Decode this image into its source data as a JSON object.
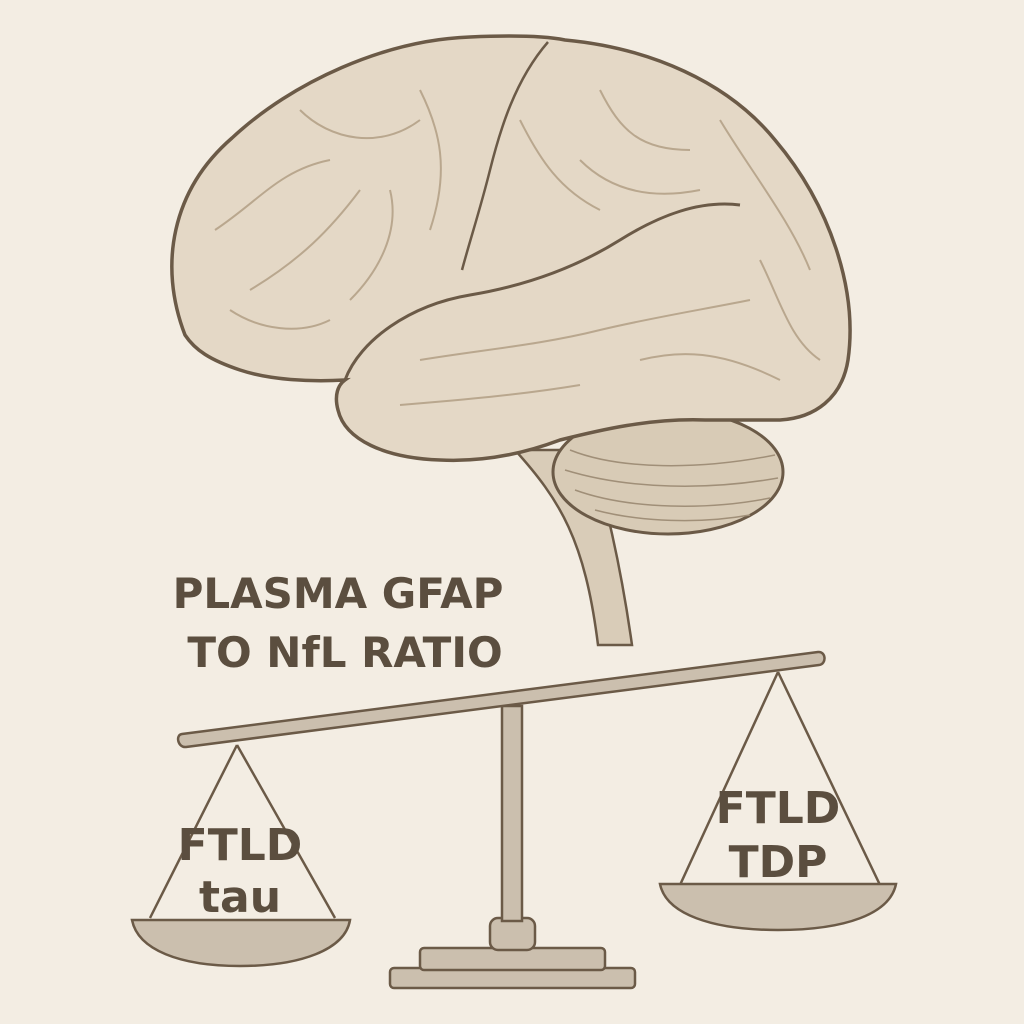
{
  "title": {
    "line1": "PLASMA GFAP",
    "line2": "TO NfL RATIO"
  },
  "left_pan": {
    "line1": "FTLD",
    "line2": "tau"
  },
  "right_pan": {
    "line1": "FTLD",
    "line2": "TDP"
  },
  "colors": {
    "background": "#f3ede3",
    "brain_fill": "#e4d8c6",
    "outline": "#6b5a47",
    "text": "#5b4e3f",
    "scale": "#cbbfae"
  }
}
